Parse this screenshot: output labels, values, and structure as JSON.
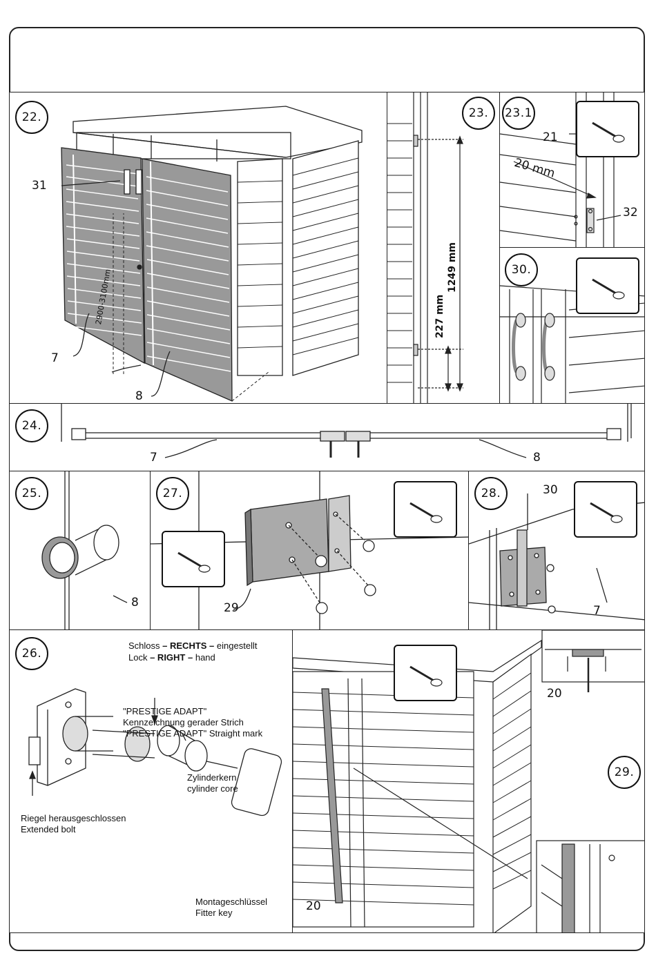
{
  "steps": {
    "s22": "22.",
    "s23": "23.",
    "s23_1": "23.1",
    "s30": "30.",
    "s24": "24.",
    "s25": "25.",
    "s27": "27.",
    "s28": "28.",
    "s26": "26.",
    "s29": "29."
  },
  "step22": {
    "part31": "31",
    "part7": "7",
    "part8": "8",
    "gap": "2900-3100mm"
  },
  "step23": {
    "dim_1249": "1249 mm",
    "dim_227": "227 mm"
  },
  "step23_1": {
    "part21": "21",
    "dist": "20 mm",
    "part32": "32"
  },
  "step24": {
    "part7": "7",
    "part8": "8"
  },
  "step25": {
    "part8": "8"
  },
  "step27": {
    "part29": "29"
  },
  "step28": {
    "part30": "30",
    "part7": "7"
  },
  "step26": {
    "lock_de_a": "Schloss",
    "lock_de_b": "– RECHTS –",
    "lock_de_c": "eingestellt",
    "lock_en_a": "Lock",
    "lock_en_b": "– RIGHT –",
    "lock_en_c": "hand",
    "prestige_1": "\"PRESTIGE ADAPT\"",
    "prestige_2": "Kennzeichnung gerader Strich",
    "prestige_3": "\"PRESTIGE ADAPT\" Straight mark",
    "core_de": "Zylinderkern",
    "core_en": "cylinder core",
    "bolt_de": "Riegel herausgeschlossen",
    "bolt_en": "Extended bolt",
    "key_de": "Montageschlüssel",
    "key_en": "Fitter key"
  },
  "step29": {
    "part20_top": "20",
    "part20_bottom": "20"
  },
  "icons": [
    "screw-icon"
  ]
}
